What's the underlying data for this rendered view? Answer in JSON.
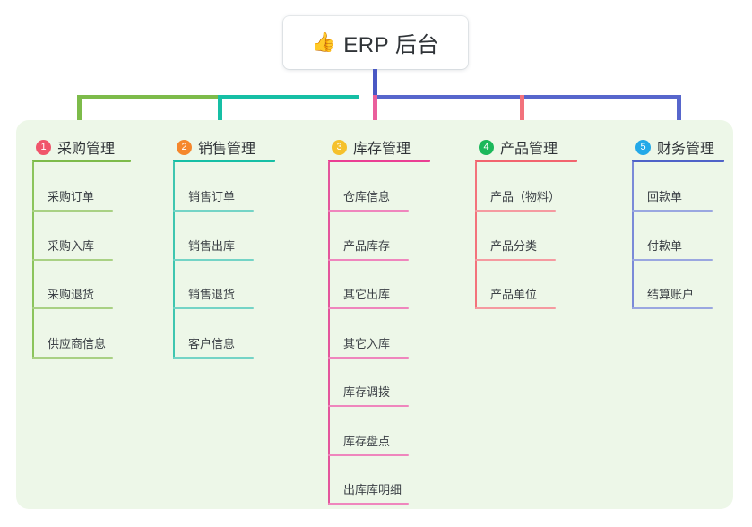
{
  "root": {
    "icon": "thumbs-up-emoji",
    "emoji": "👍",
    "title": "ERP 后台"
  },
  "palette": {
    "panel_bg": "#edf7e8",
    "page_bg": "#ffffff",
    "stem": "#4a58c4",
    "bar_green": "#7dbb4a",
    "bar_teal": "#16bfa5",
    "bar_blue": "#5766cc"
  },
  "columns": [
    {
      "index": "1",
      "title": "采购管理",
      "badge_color": "#f0556b",
      "rule_color": "#7dbb4a",
      "spine_color": "#8cc45c",
      "item_rule_color": "#a9d184",
      "items": [
        {
          "label": "采购订单"
        },
        {
          "label": "采购入库"
        },
        {
          "label": "采购退货"
        },
        {
          "label": "供应商信息"
        }
      ]
    },
    {
      "index": "2",
      "title": "销售管理",
      "badge_color": "#f5872c",
      "rule_color": "#16bfa5",
      "spine_color": "#3fc6b0",
      "item_rule_color": "#74d4c6",
      "items": [
        {
          "label": "销售订单"
        },
        {
          "label": "销售出库"
        },
        {
          "label": "销售退货"
        },
        {
          "label": "客户信息"
        }
      ]
    },
    {
      "index": "3",
      "title": "库存管理",
      "badge_color": "#f5c12c",
      "rule_color": "#ea3f93",
      "spine_color": "#e4559c",
      "item_rule_color": "#ef86bd",
      "items": [
        {
          "label": "仓库信息"
        },
        {
          "label": "产品库存"
        },
        {
          "label": "其它出库"
        },
        {
          "label": "其它入库"
        },
        {
          "label": "库存调拨"
        },
        {
          "label": "库存盘点"
        },
        {
          "label": "出库库明细"
        }
      ]
    },
    {
      "index": "4",
      "title": "产品管理",
      "badge_color": "#1bb85a",
      "rule_color": "#f2646e",
      "spine_color": "#f3727b",
      "item_rule_color": "#f59aa0",
      "items": [
        {
          "label": "产品（物料）"
        },
        {
          "label": "产品分类"
        },
        {
          "label": "产品单位"
        }
      ]
    },
    {
      "index": "5",
      "title": "财务管理",
      "badge_color": "#23a9e8",
      "rule_color": "#4f63c8",
      "spine_color": "#7a8ad8",
      "item_rule_color": "#9aa7e0",
      "items": [
        {
          "label": "回款单"
        },
        {
          "label": "付款单"
        },
        {
          "label": "结算账户"
        }
      ]
    }
  ]
}
